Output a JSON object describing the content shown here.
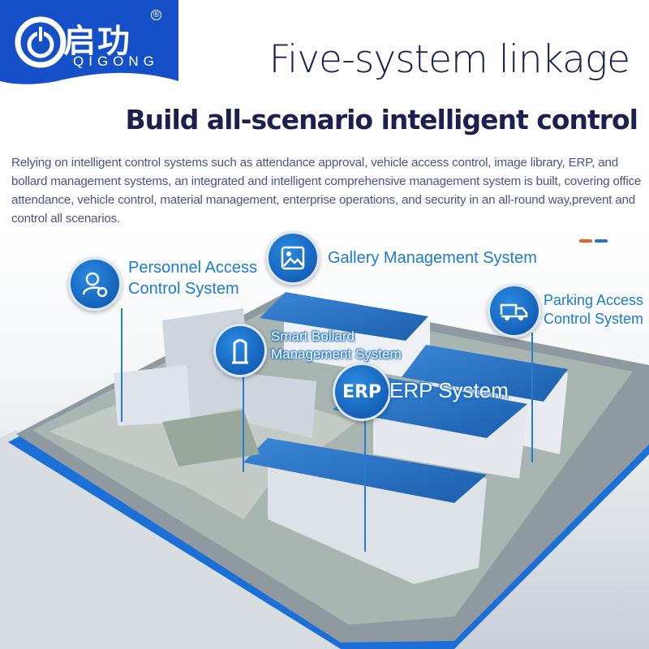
{
  "brand": {
    "name_cn": "启功",
    "name_en": "QIGONG",
    "registered": "®",
    "color": "#1550c8"
  },
  "header": {
    "title": "Five-system linkage",
    "subtitle": "Build all-scenario intelligent control"
  },
  "description": "Relying on intelligent control systems such as attendance approval, vehicle access control, image library, ERP, and bollard management systems, an integrated and intelligent comprehensive management system is built, covering office attendance, vehicle control, material management, enterprise operations, and security in an all-round way,prevent and control all scenarios.",
  "accents": [
    "#e8602a",
    "#2a6fd0"
  ],
  "systems": [
    {
      "label_1": "Personnel Access",
      "label_2": "Control System",
      "icon": "user-gear-icon"
    },
    {
      "label_1": "Gallery Management System",
      "icon": "image-icon"
    },
    {
      "label_1": "Parking Access",
      "label_2": "Control System",
      "icon": "truck-gear-icon"
    },
    {
      "label_1": "Smart Bollard",
      "label_2": "Management System",
      "icon": "bollard-icon"
    },
    {
      "label_1": "ERP System",
      "icon_text": "ERP",
      "icon": "erp-icon"
    }
  ]
}
